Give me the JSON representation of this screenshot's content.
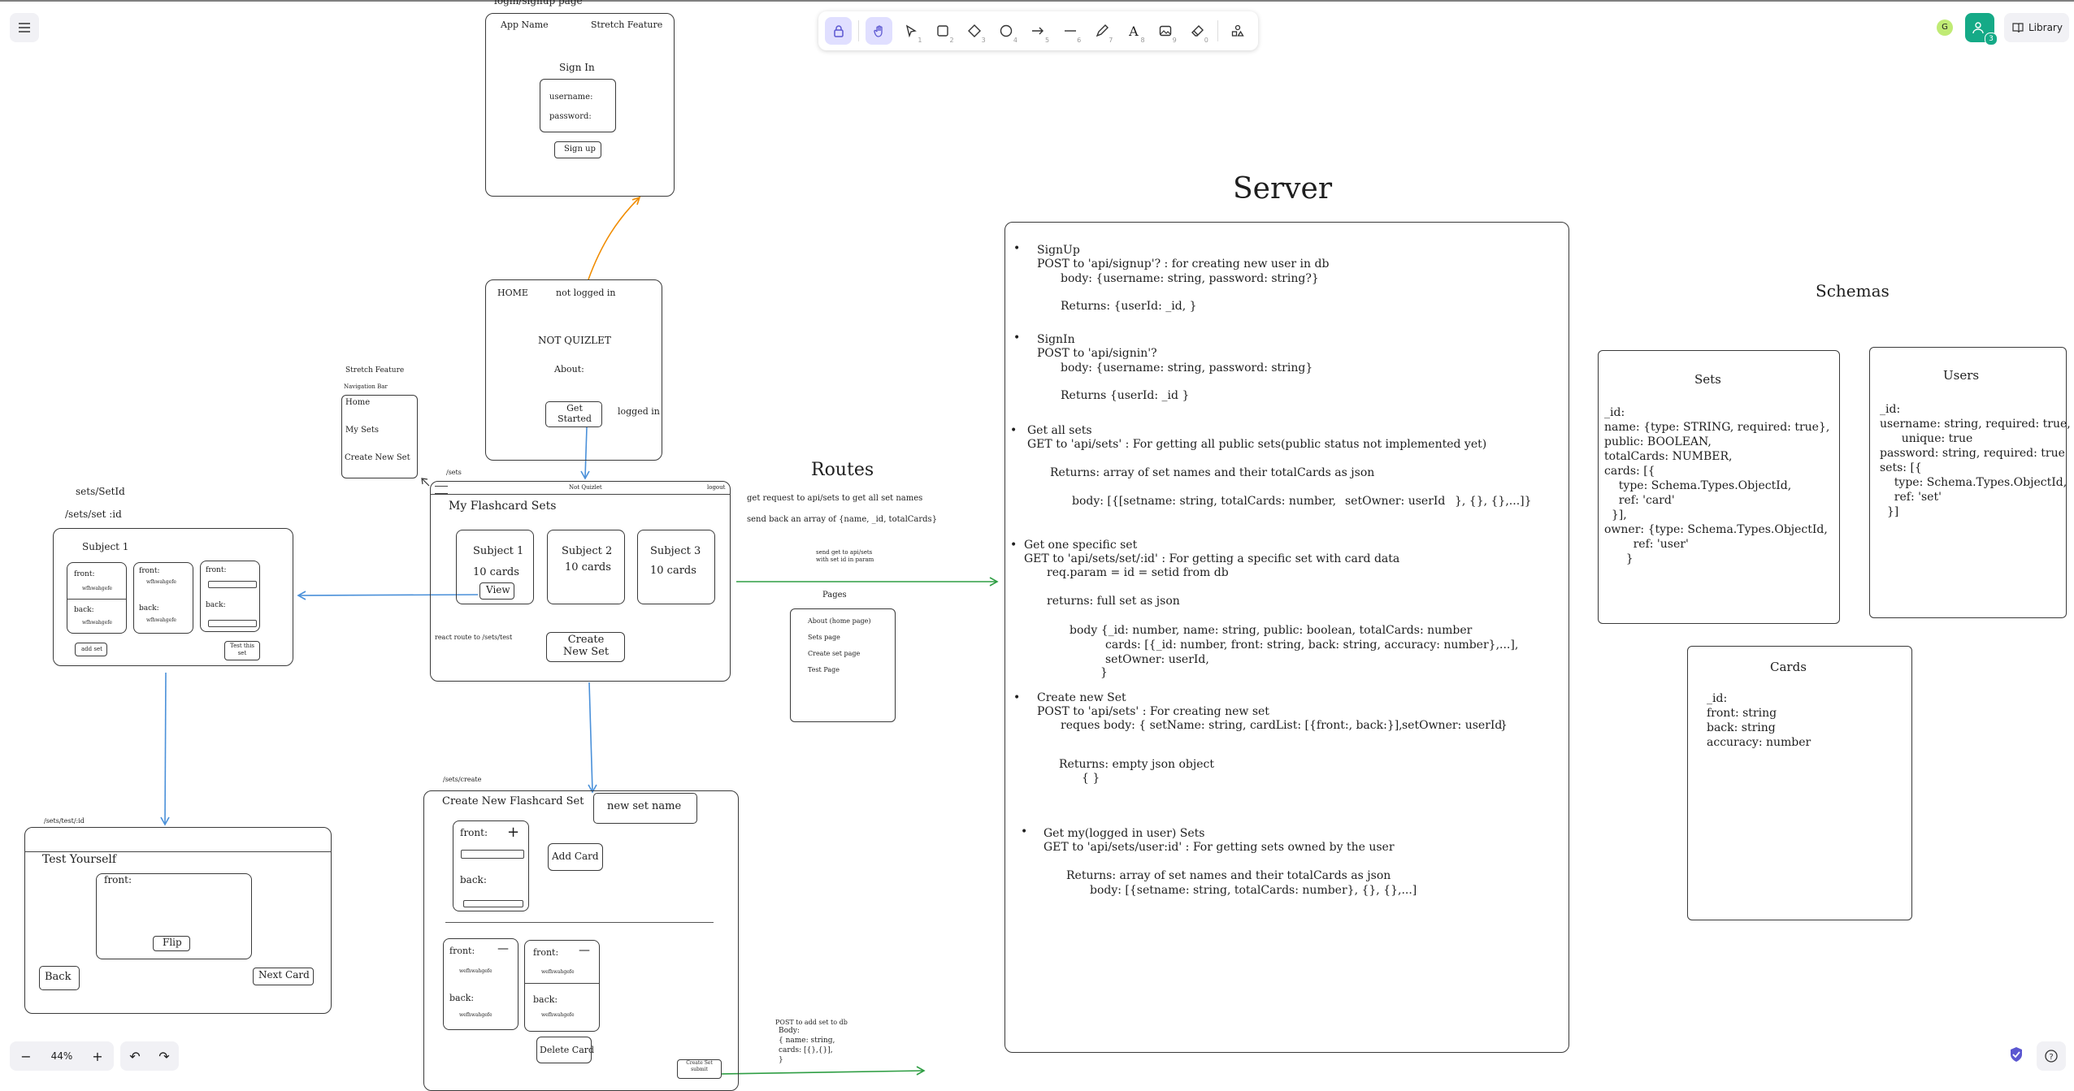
{
  "toolbar": {
    "tools": [
      {
        "name": "lock",
        "key": ""
      },
      {
        "name": "hand",
        "key": ""
      },
      {
        "name": "selection",
        "key": "1"
      },
      {
        "name": "rectangle",
        "key": "2"
      },
      {
        "name": "diamond",
        "key": "3"
      },
      {
        "name": "ellipse",
        "key": "4"
      },
      {
        "name": "arrow",
        "key": "5"
      },
      {
        "name": "line",
        "key": "6"
      },
      {
        "name": "draw",
        "key": "7"
      },
      {
        "name": "text",
        "key": "8"
      },
      {
        "name": "image",
        "key": "9"
      },
      {
        "name": "eraser",
        "key": "0"
      },
      {
        "name": "more-tools",
        "key": ""
      }
    ]
  },
  "topright": {
    "avatar": "G",
    "collab_count": "3",
    "library": "Library"
  },
  "zoom": {
    "minus": "−",
    "value": "44%",
    "plus": "+"
  },
  "history": {
    "undo": "↶",
    "redo": "↷"
  },
  "canvas": {
    "login": {
      "caption": "login/signup page",
      "app_name": "App Name",
      "stretch": "Stretch Feature",
      "signin": "Sign In",
      "username": "username:",
      "password": "password:",
      "signup": "Sign up"
    },
    "home": {
      "label": "HOME",
      "not_logged": "not logged in",
      "title": "NOT QUIZLET",
      "about": "About:",
      "get_started": "Get Started",
      "logged_in": "logged in"
    },
    "nav": {
      "stretch": "Stretch Feature",
      "bar": "Navigation Bar",
      "home": "Home",
      "sets": "My Sets",
      "create": "Create New Set"
    },
    "sets_page": {
      "route": "/sets",
      "brand": "Not Quizlet",
      "logout": "logout",
      "title": "My Flashcard Sets",
      "subjects": [
        {
          "name": "Subject 1",
          "cards": "10 cards"
        },
        {
          "name": "Subject 2",
          "cards": "10 cards"
        },
        {
          "name": "Subject 3",
          "cards": "10 cards"
        }
      ],
      "view": "View",
      "react_route": "react route to /sets/test",
      "create_new": "Create New Set"
    },
    "setid": {
      "label": "sets/SetId",
      "route": "/sets/set  :id",
      "subject": "Subject 1",
      "front": "front:",
      "back:": "back:",
      "back": "back:",
      "filler": "wfhwahgefe",
      "add_set": "add set",
      "test_set": "Test this set"
    },
    "test": {
      "route": "/sets/test/:id",
      "title": "Test Yourself",
      "front": "front:",
      "flip": "Flip",
      "back_btn": "Back",
      "next": "Next Card"
    },
    "create": {
      "route": "/sets/create",
      "title": "Create New Flashcard Set",
      "name_input": "new set name",
      "front": "front:",
      "back": "back:",
      "add_card": "Add Card",
      "delete_card": "Delete Card",
      "filler": "wefhwahgefe",
      "create_submit": "Create Set submit",
      "post_note": [
        "POST to add set to db",
        "Body:",
        "{ name: string,",
        "  cards: [{},{}],",
        "}"
      ]
    },
    "routes": {
      "title": "Routes",
      "line1": "get request to api/sets to get all set names",
      "line2": "send back an array of {name, _id, totalCards}",
      "get_note1": "send get to api/sets",
      "get_note2": "with set id in param",
      "pages_title": "Pages",
      "pages": [
        "About (home page)",
        "Sets page",
        "Create set page",
        "Test Page"
      ]
    },
    "server": {
      "title": "Server",
      "signup": {
        "head": "SignUp",
        "l1": "POST to 'api/signup'? : for creating new user in db",
        "l2": "body: {username: string, password: string?}",
        "l3": "Returns: {userId: _id, }"
      },
      "signin": {
        "head": "SignIn",
        "l1": "POST to 'api/signin'?",
        "l2": "body: {username: string, password: string}",
        "l3": "Returns {userId: _id }"
      },
      "getall": {
        "head": "Get all sets",
        "l1": "GET to 'api/sets' : For getting all public sets(public status not implemented yet)",
        "l2": "Returns: array of set names and their totalCards as json",
        "l3a": "body: [{[setname: string, totalCards: number,",
        "l3b": "setOwner: userId",
        "l3c": "}, {}, {},...]}"
      },
      "getone": {
        "head": "Get one specific set",
        "l1": "GET to 'api/sets/set/:id' : For getting a specific set with card data",
        "l2": "req.param = id  = setid from db",
        "l3": "returns: full set as json",
        "l4": "body {_id: number, name: string, public: boolean, totalCards: number",
        "l5": "cards: [{_id: number, front: string, back: string, accuracy: number},...],",
        "l6": "setOwner: userId,",
        "l7": "}"
      },
      "create": {
        "head": "Create new Set",
        "l1": "POST to 'api/sets' : For creating new set",
        "l2a": "reques body: { setName: string, cardList: [{front:, back:}],",
        "l2b": "setOwner: userId",
        "l2c": "}",
        "l3": "Returns: empty json object",
        "l4": "{ }"
      },
      "getmy": {
        "head": "Get my(logged in user) Sets",
        "l1": "GET to 'api/sets/user:id' : For getting sets owned by the user",
        "l2": "Returns: array of set names and their totalCards as json",
        "l3": "body: [{setname: string, totalCards: number}, {}, {},...]"
      }
    },
    "schemas": {
      "title": "Schemas",
      "sets": {
        "title": "Sets",
        "lines": [
          "_id:",
          "name: {type: STRING, required: true},",
          "public: BOOLEAN,",
          "totalCards: NUMBER,",
          "cards: [{",
          "    type: Schema.Types.ObjectId,",
          "    ref: 'card'",
          "  }],",
          "owner: {type: Schema.Types.ObjectId,",
          "        ref: 'user'",
          "      }"
        ]
      },
      "users": {
        "title": "Users",
        "lines": [
          "_id:",
          "username: string, required: true,",
          "      unique: true",
          "password: string, required: true",
          "sets: [{",
          "    type: Schema.Types.ObjectId,",
          "    ref: 'set'",
          "  }]"
        ]
      },
      "cards": {
        "title": "Cards",
        "lines": [
          "_id:",
          "front: string",
          "back: string",
          "accuracy: number"
        ]
      }
    }
  }
}
